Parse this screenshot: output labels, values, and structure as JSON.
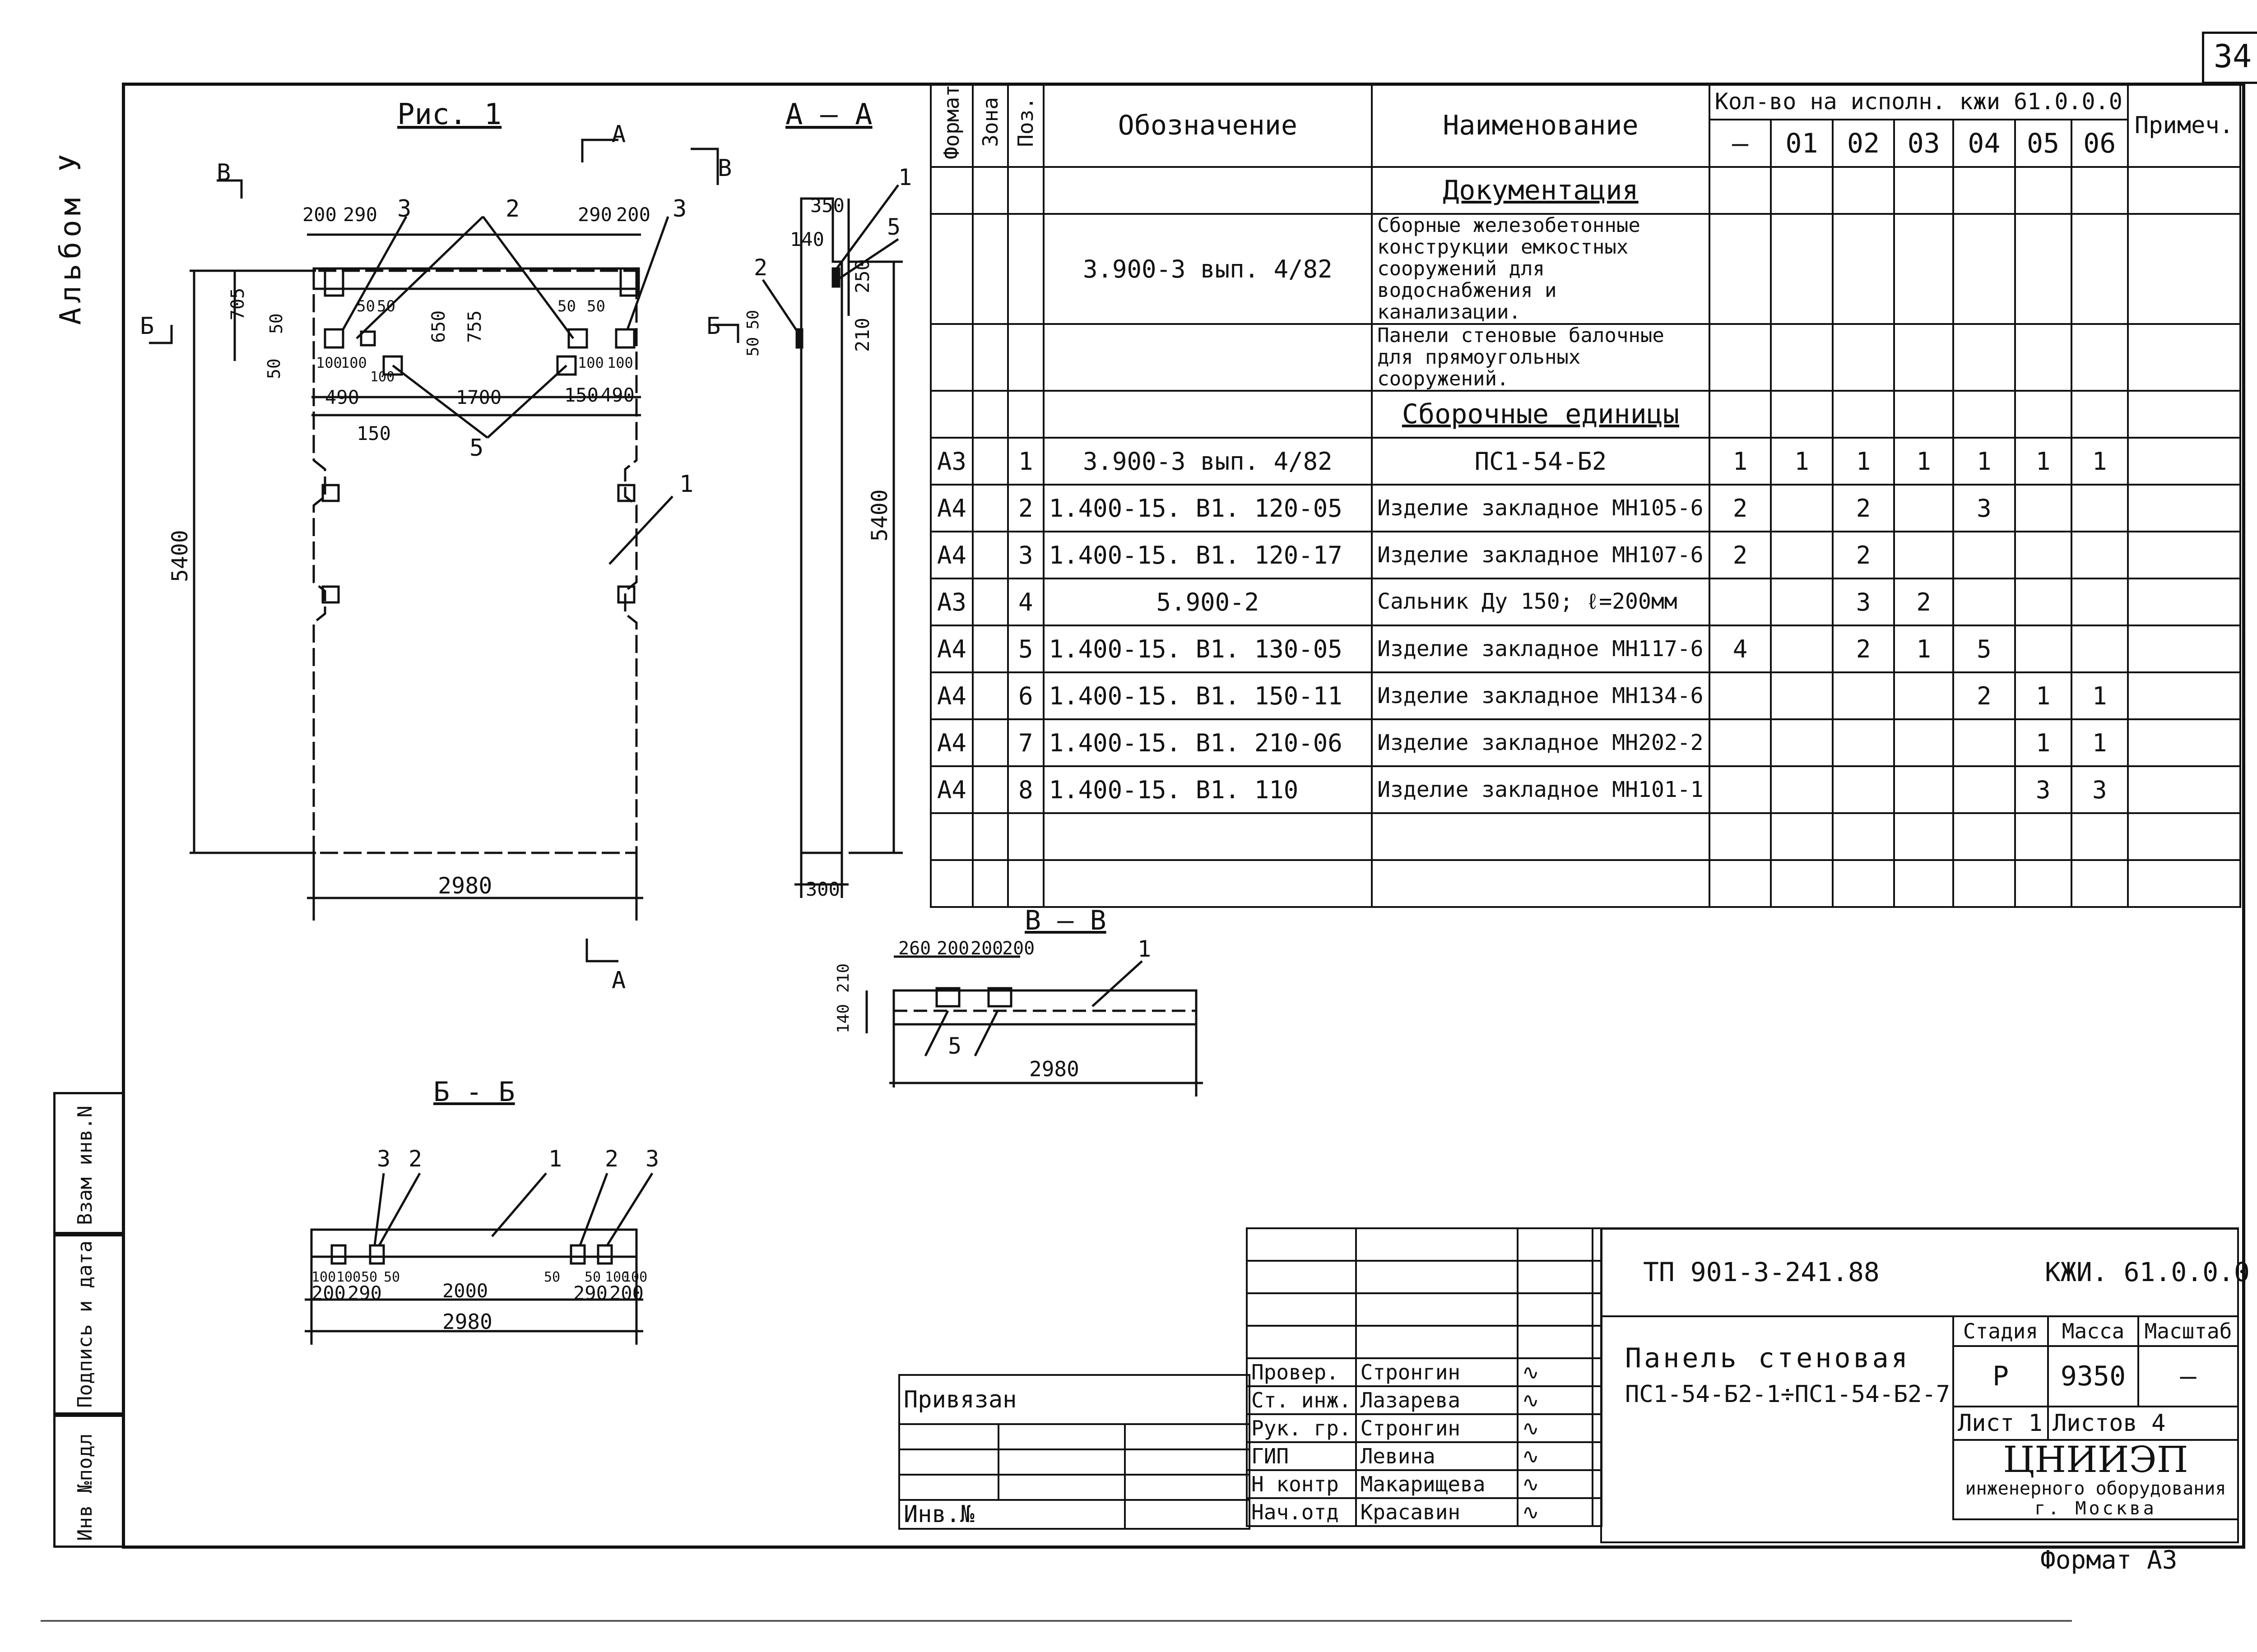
{
  "page_number": "34",
  "album": "Альбом У",
  "side_stamps": [
    "Инв №подл",
    "Подпись и дата",
    "Взам инв.N"
  ],
  "figures": {
    "fig1_title": "Рис. 1",
    "section_aa": "А – А",
    "section_bb": "Б - Б",
    "section_vv": "В – В",
    "mark_a": "А",
    "mark_b": "Б",
    "mark_v": "В",
    "dims_fig1": [
      "200",
      "290",
      "3",
      "2",
      "290",
      "200",
      "3",
      "705",
      "50",
      "50",
      "650",
      "755",
      "50",
      "50",
      "50",
      "50",
      "100",
      "100",
      "100",
      "100",
      "100",
      "490",
      "1700",
      "150",
      "490",
      "150",
      "5",
      "5400",
      "1",
      "2980",
      "50",
      "50"
    ],
    "dims_aa": [
      "350",
      "1",
      "140",
      "5",
      "2",
      "250",
      "210",
      "50",
      "50",
      "5400",
      "300"
    ],
    "dims_vv": [
      "260",
      "200",
      "200",
      "200",
      "1",
      "140",
      "210",
      "5",
      "2980"
    ],
    "dims_bb": [
      "3",
      "2",
      "1",
      "2",
      "3",
      "100",
      "100",
      "50",
      "50",
      "50",
      "50",
      "100",
      "100",
      "200",
      "290",
      "2000",
      "290",
      "200",
      "2980"
    ]
  },
  "spec_table": {
    "headers": {
      "format": "Формат",
      "zone": "Зона",
      "pos": "Поз.",
      "designation": "Обозначение",
      "name": "Наименование",
      "qty_title": "Кол-во на исполн. кжи 61.0.0.0",
      "variants": [
        "–",
        "01",
        "02",
        "03",
        "04",
        "05",
        "06"
      ],
      "note": "Примеч."
    },
    "section_docs": "Документация",
    "doc_designation": "3.900-3    вып. 4/82",
    "doc_name_1": "Сборные железобетонные конструкции емкостных сооружений для водоснабжения и канализации.",
    "doc_name_2": "Панели стеновые балочные для прямоугольных сооружений.",
    "section_units": "Сборочные единицы",
    "rows": [
      {
        "format": "А3",
        "pos": "1",
        "designation": "3.900-3    вып. 4/82",
        "name": "ПС1-54-Б2",
        "q": [
          "1",
          "1",
          "1",
          "1",
          "1",
          "1",
          "1"
        ]
      },
      {
        "format": "А4",
        "pos": "2",
        "designation": "1.400-15. В1. 120-05",
        "name": "Изделие закладное МН105-6",
        "q": [
          "2",
          "",
          "2",
          "",
          "3",
          "",
          ""
        ]
      },
      {
        "format": "А4",
        "pos": "3",
        "designation": "1.400-15. В1. 120-17",
        "name": "Изделие закладное МН107-6",
        "q": [
          "2",
          "",
          "2",
          "",
          "",
          "",
          ""
        ]
      },
      {
        "format": "А3",
        "pos": "4",
        "designation": "5.900-2",
        "name": "Сальник Ду 150; ℓ=200мм",
        "q": [
          "",
          "",
          "3",
          "2",
          "",
          "",
          ""
        ]
      },
      {
        "format": "А4",
        "pos": "5",
        "designation": "1.400-15. В1. 130-05",
        "name": "Изделие закладное МН117-6",
        "q": [
          "4",
          "",
          "2",
          "1",
          "5",
          "",
          ""
        ]
      },
      {
        "format": "А4",
        "pos": "6",
        "designation": "1.400-15. В1. 150-11",
        "name": "Изделие закладное МН134-6",
        "q": [
          "",
          "",
          "",
          "",
          "2",
          "1",
          "1"
        ]
      },
      {
        "format": "А4",
        "pos": "7",
        "designation": "1.400-15. В1. 210-06",
        "name": "Изделие закладное МН202-2",
        "q": [
          "",
          "",
          "",
          "",
          "",
          "1",
          "1"
        ]
      },
      {
        "format": "А4",
        "pos": "8",
        "designation": "1.400-15. В1. 110",
        "name": "Изделие закладное МН101-1",
        "q": [
          "",
          "",
          "",
          "",
          "",
          "3",
          "3"
        ]
      }
    ]
  },
  "title_block": {
    "project_code": "ТП 901-3-241.88",
    "doc_code": "КЖИ. 61.0.0.0",
    "title_1": "Панель стеновая",
    "title_2": "ПС1-54-Б2-1÷ПС1-54-Б2-7",
    "stage_h": "Стадия",
    "mass_h": "Масса",
    "scale_h": "Масштаб",
    "stage": "Р",
    "mass": "9350",
    "scale": "—",
    "sheet": "Лист 1",
    "sheets": "Листов 4",
    "org_1": "ЦНИИЭП",
    "org_2": "инженерного оборудования",
    "org_3": "г. Москва",
    "format": "Формат А3",
    "privyazan": "Привязан",
    "inv_no": "Инв.№",
    "roles": [
      {
        "role": "Провер.",
        "name": "Стронгин"
      },
      {
        "role": "Ст. инж.",
        "name": "Лазарева"
      },
      {
        "role": "Рук. гр.",
        "name": "Стронгин"
      },
      {
        "role": "ГИП",
        "name": "Левина"
      },
      {
        "role": "Н контр",
        "name": "Макарищева"
      },
      {
        "role": "Нач.отд",
        "name": "Красавин"
      }
    ]
  }
}
